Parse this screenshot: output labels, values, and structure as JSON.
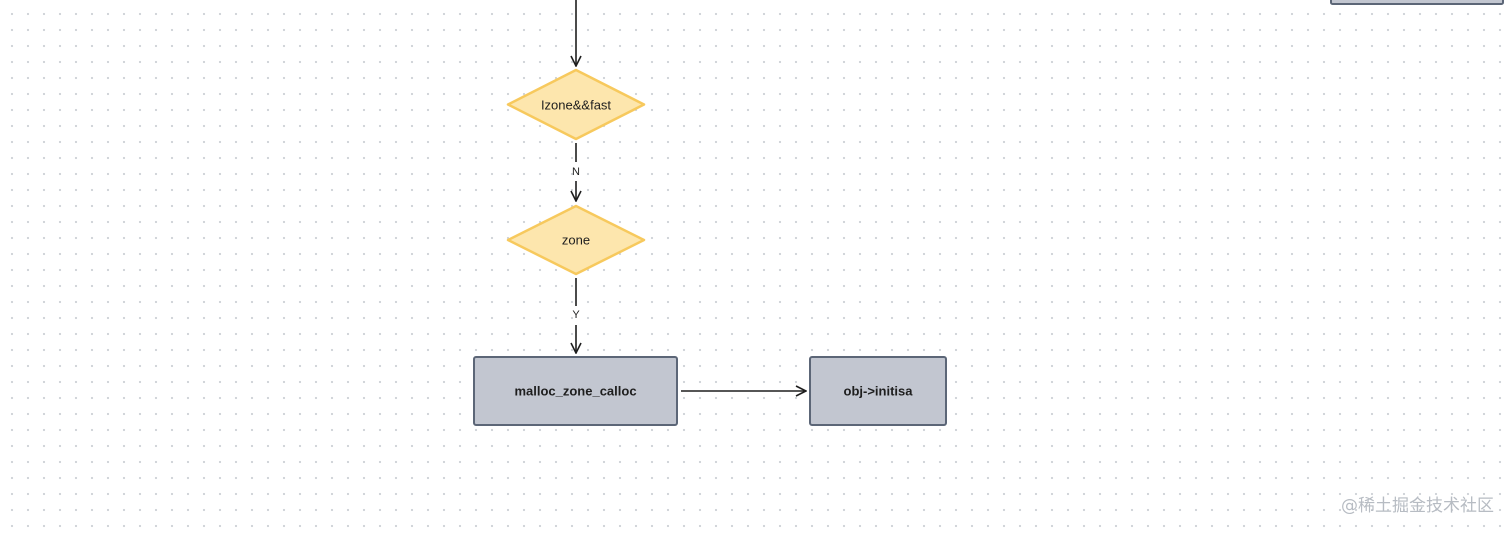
{
  "diagram": {
    "nodes": {
      "decision_zone_fast": {
        "label": "Izone&&fast"
      },
      "decision_zone": {
        "label": "zone"
      },
      "process_calloc": {
        "label": "malloc_zone_calloc"
      },
      "process_initisa": {
        "label": "obj->initisa"
      }
    },
    "edges": {
      "fast_to_zone": {
        "label": "N"
      },
      "zone_to_calloc": {
        "label": "Y"
      }
    },
    "colors": {
      "decision_fill": "#fde6ad",
      "decision_stroke": "#f7c95d",
      "process_fill": "#c2c6d0",
      "process_stroke": "#5c6677",
      "edge": "#1e1e1e"
    }
  },
  "watermark": "@稀土掘金技术社区"
}
